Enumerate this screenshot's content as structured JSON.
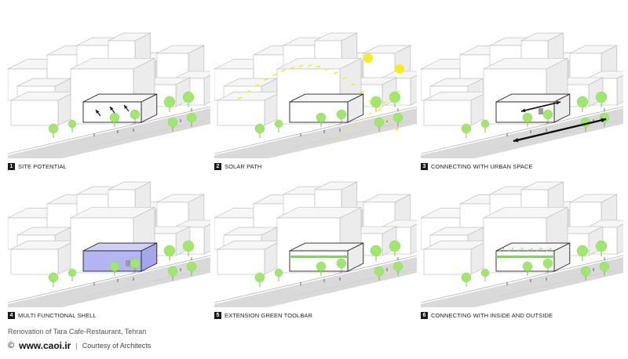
{
  "panels": [
    {
      "number": "1",
      "caption": "SITE POTENTIAL",
      "variant": "site"
    },
    {
      "number": "2",
      "caption": "SOLAR PATH",
      "variant": "solar"
    },
    {
      "number": "3",
      "caption": "CONNECTING WITH URBAN SPACE",
      "variant": "urban"
    },
    {
      "number": "4",
      "caption": "MULTI FUNCTIONAL SHELL",
      "variant": "shell"
    },
    {
      "number": "5",
      "caption": "EXTENSION GREEN TOOLBAR",
      "variant": "green"
    },
    {
      "number": "6",
      "caption": "CONNECTING WITH INSIDE AND OUTSIDE",
      "variant": "inout"
    }
  ],
  "footer": {
    "title": "Renovation of Tara Cafe-Restaurant, Tehran",
    "copyright_symbol": "©",
    "site": "www.caoi.ir",
    "separator": "|",
    "credit": "Courtesy of Architects"
  },
  "colors": {
    "tree": "#9ee86a",
    "road": "#d9d9d9",
    "sun": "#f5ee1a",
    "shell": "#b4b4f2",
    "green_strip": "#7fd45a"
  }
}
